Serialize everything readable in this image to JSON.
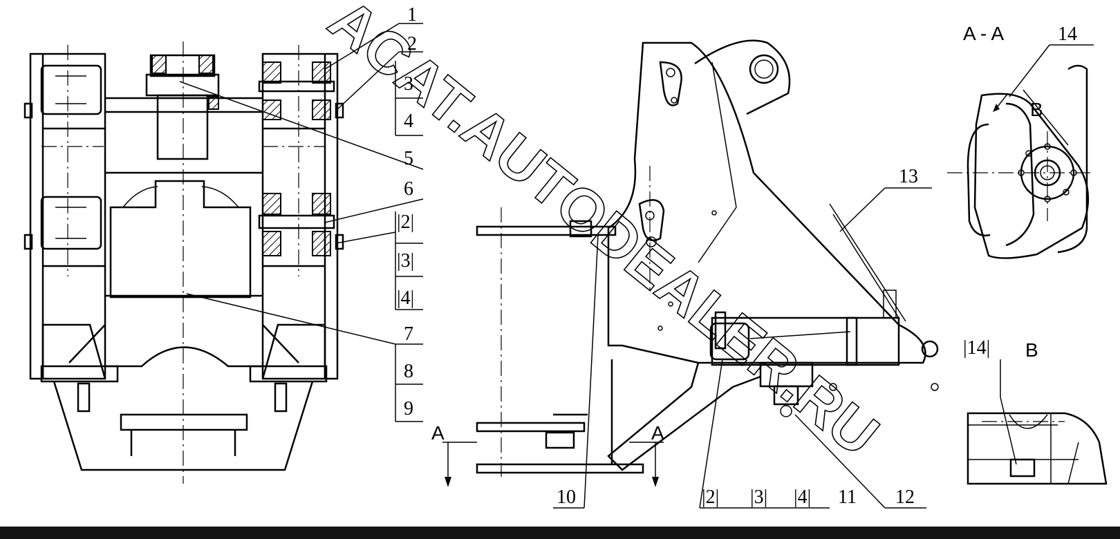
{
  "watermark": "ACAT.AUTODEALER.RU",
  "section_title": "A - A",
  "view_b_label": "B",
  "view_b_ref": "|14|",
  "arrow_b_label": "B",
  "cut_label_left": "A",
  "cut_label_right": "A",
  "callouts_left": [
    "1",
    "2",
    "3",
    "4",
    "5",
    "6",
    "|2|",
    "|3|",
    "|4|",
    "7",
    "8",
    "9"
  ],
  "callouts_center": [
    "10",
    "|2|",
    "|3|",
    "|4|",
    "11",
    "12",
    "13"
  ],
  "callout_section": "14"
}
